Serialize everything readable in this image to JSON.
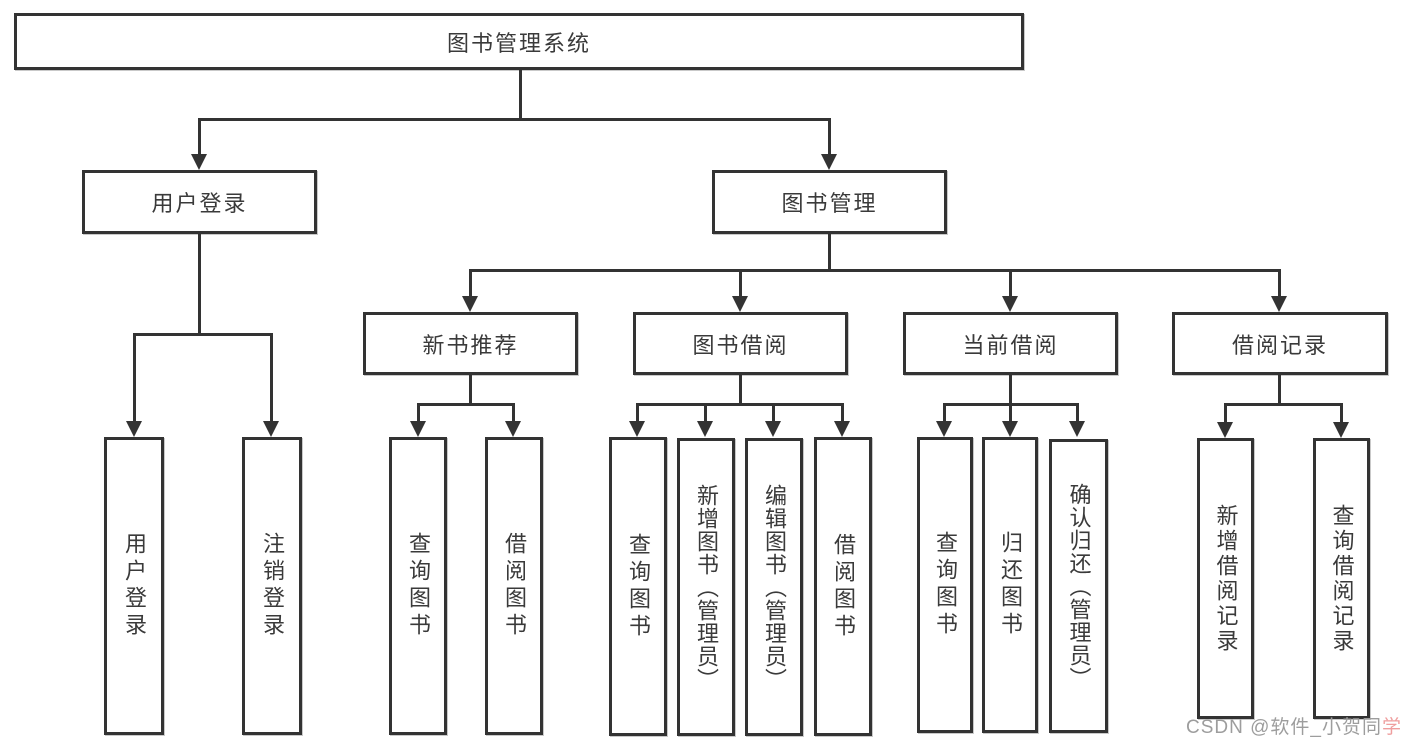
{
  "diagram": {
    "title": "图书管理系统",
    "line_color": "#333333",
    "level2": [
      {
        "label": "用户登录"
      },
      {
        "label": "图书管理"
      }
    ],
    "level3": [
      {
        "label": "新书推荐"
      },
      {
        "label": "图书借阅"
      },
      {
        "label": "当前借阅"
      },
      {
        "label": "借阅记录"
      }
    ],
    "leaves": {
      "user_login": [
        {
          "label": "用户登录"
        },
        {
          "label": "注销登录"
        }
      ],
      "new_books": [
        {
          "label": "查询图书"
        },
        {
          "label": "借阅图书"
        }
      ],
      "book_borrow": [
        {
          "label": "查询图书"
        },
        {
          "label": "新增图书（管理员）"
        },
        {
          "label": "编辑图书（管理员）"
        },
        {
          "label": "借阅图书"
        }
      ],
      "current_borrow": [
        {
          "label": "查询图书"
        },
        {
          "label": "归还图书"
        },
        {
          "label": "确认归还（管理员）"
        }
      ],
      "borrow_records": [
        {
          "label": "新增借阅记录"
        },
        {
          "label": "查询借阅记录"
        }
      ]
    }
  },
  "watermark": {
    "gray_part": "CSDN @软件_小贺同",
    "pink_part": "学",
    "gray_color": "#9d9d9d",
    "pink_color": "#ef9e9e"
  }
}
